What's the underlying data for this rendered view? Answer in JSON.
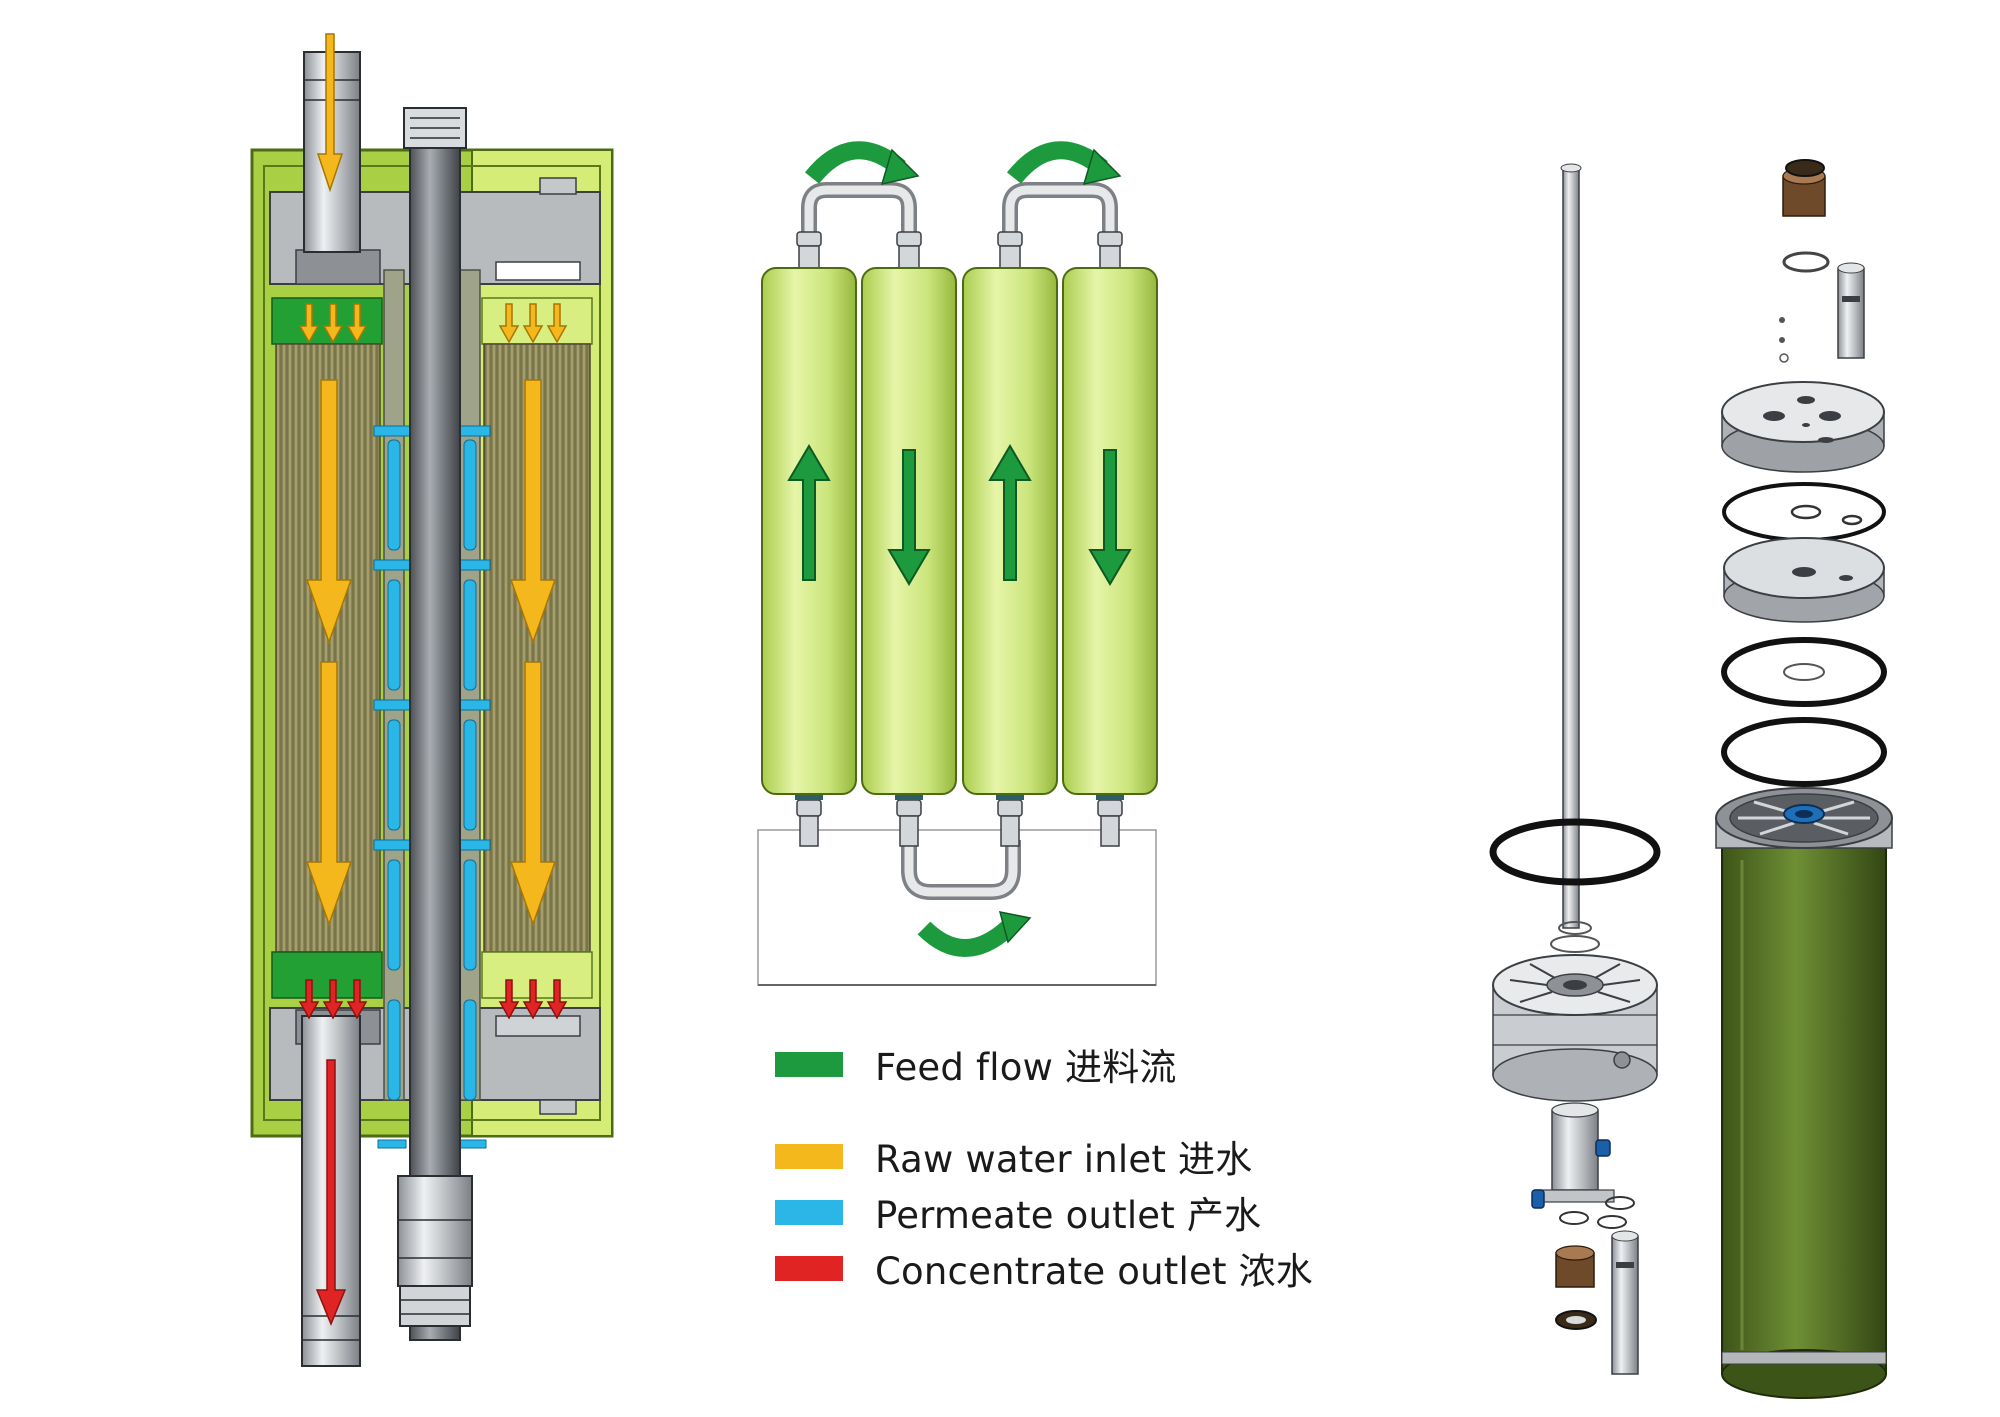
{
  "legend": {
    "items": [
      {
        "label": "Feed flow 进料流",
        "color": "#1e9a3e"
      },
      {
        "label": "Raw water inlet 进水",
        "color": "#f4b81c"
      },
      {
        "label": "Permeate outlet 产水",
        "color": "#2bb6e8"
      },
      {
        "label": "Concentrate outlet 浓水",
        "color": "#e02424"
      }
    ]
  },
  "colors": {
    "housing_green": "#9cc43c",
    "membrane_green": "#d6ec8a",
    "vessel_olive": "#5f7c2c",
    "steel": "#c2c5c8"
  }
}
